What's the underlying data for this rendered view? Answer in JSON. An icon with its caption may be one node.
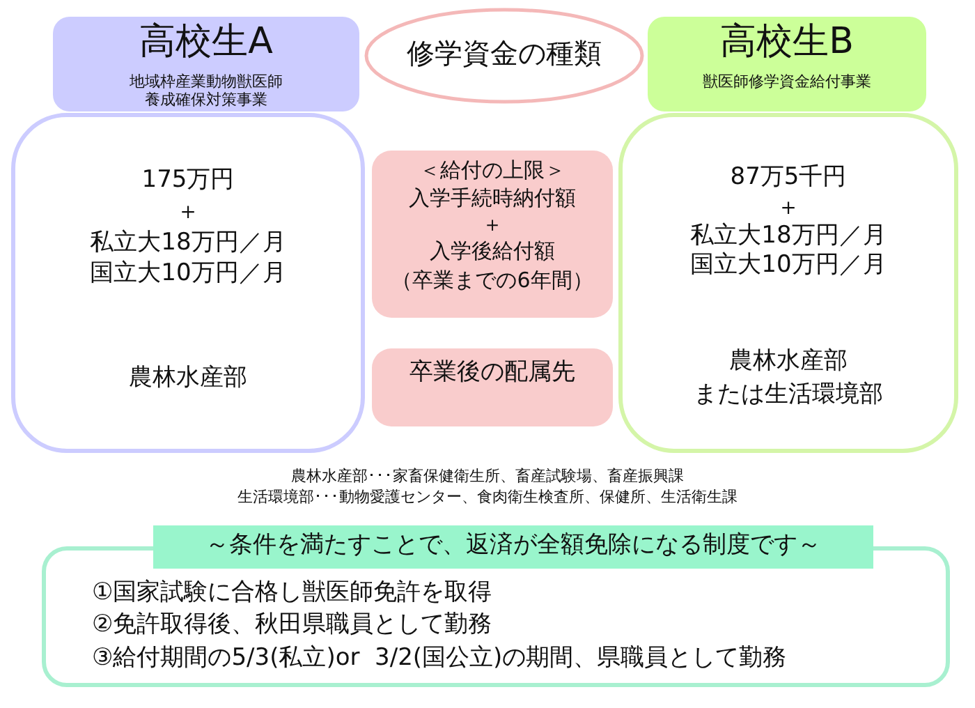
{
  "diagram": {
    "nodes": [
      {
        "text": [
          "高校生A",
          "地域枠産業動物獣医師養成確保対策事業"
        ]
      },
      {
        "text": [
          "修学資金の種類"
        ]
      },
      {
        "text": [
          "高校生B",
          "獣医師修学資金給付事業"
        ]
      },
      {
        "text": [
          "175万円",
          "＋",
          "私立大18万円／月",
          "国立大10万円／月",
          "農林水産部"
        ]
      },
      {
        "text": [
          "＜給付の上限＞",
          "入学手続時納付額",
          "＋",
          "入学後給付額",
          "（卒業までの6年間）"
        ]
      },
      {
        "text": [
          "87万5千円",
          "＋",
          "私立大18万円／月",
          "国立大10万円／月",
          "農林水産部",
          "または生活環境部"
        ]
      },
      {
        "text": [
          "卒業後の配属先"
        ]
      },
      {
        "text": [
          "～条件を満たすことで、返済が全額免除になる制度です～"
        ]
      },
      {
        "text": [
          "①国家試験に合格し獣医師免許を取得",
          "②免許取得後、秋田県職員として勤務",
          "③給付期間の5/3(私立)or  3/2(国公立)の期間、県職員として勤務"
        ]
      }
    ],
    "labels": [
      "農林水産部･･･家畜保健衛生所、畜産試験場、畜産振興課",
      "生活環境部･･･動物愛護センター、食肉衛生検査所、保健所、生活衛生課"
    ]
  }
}
